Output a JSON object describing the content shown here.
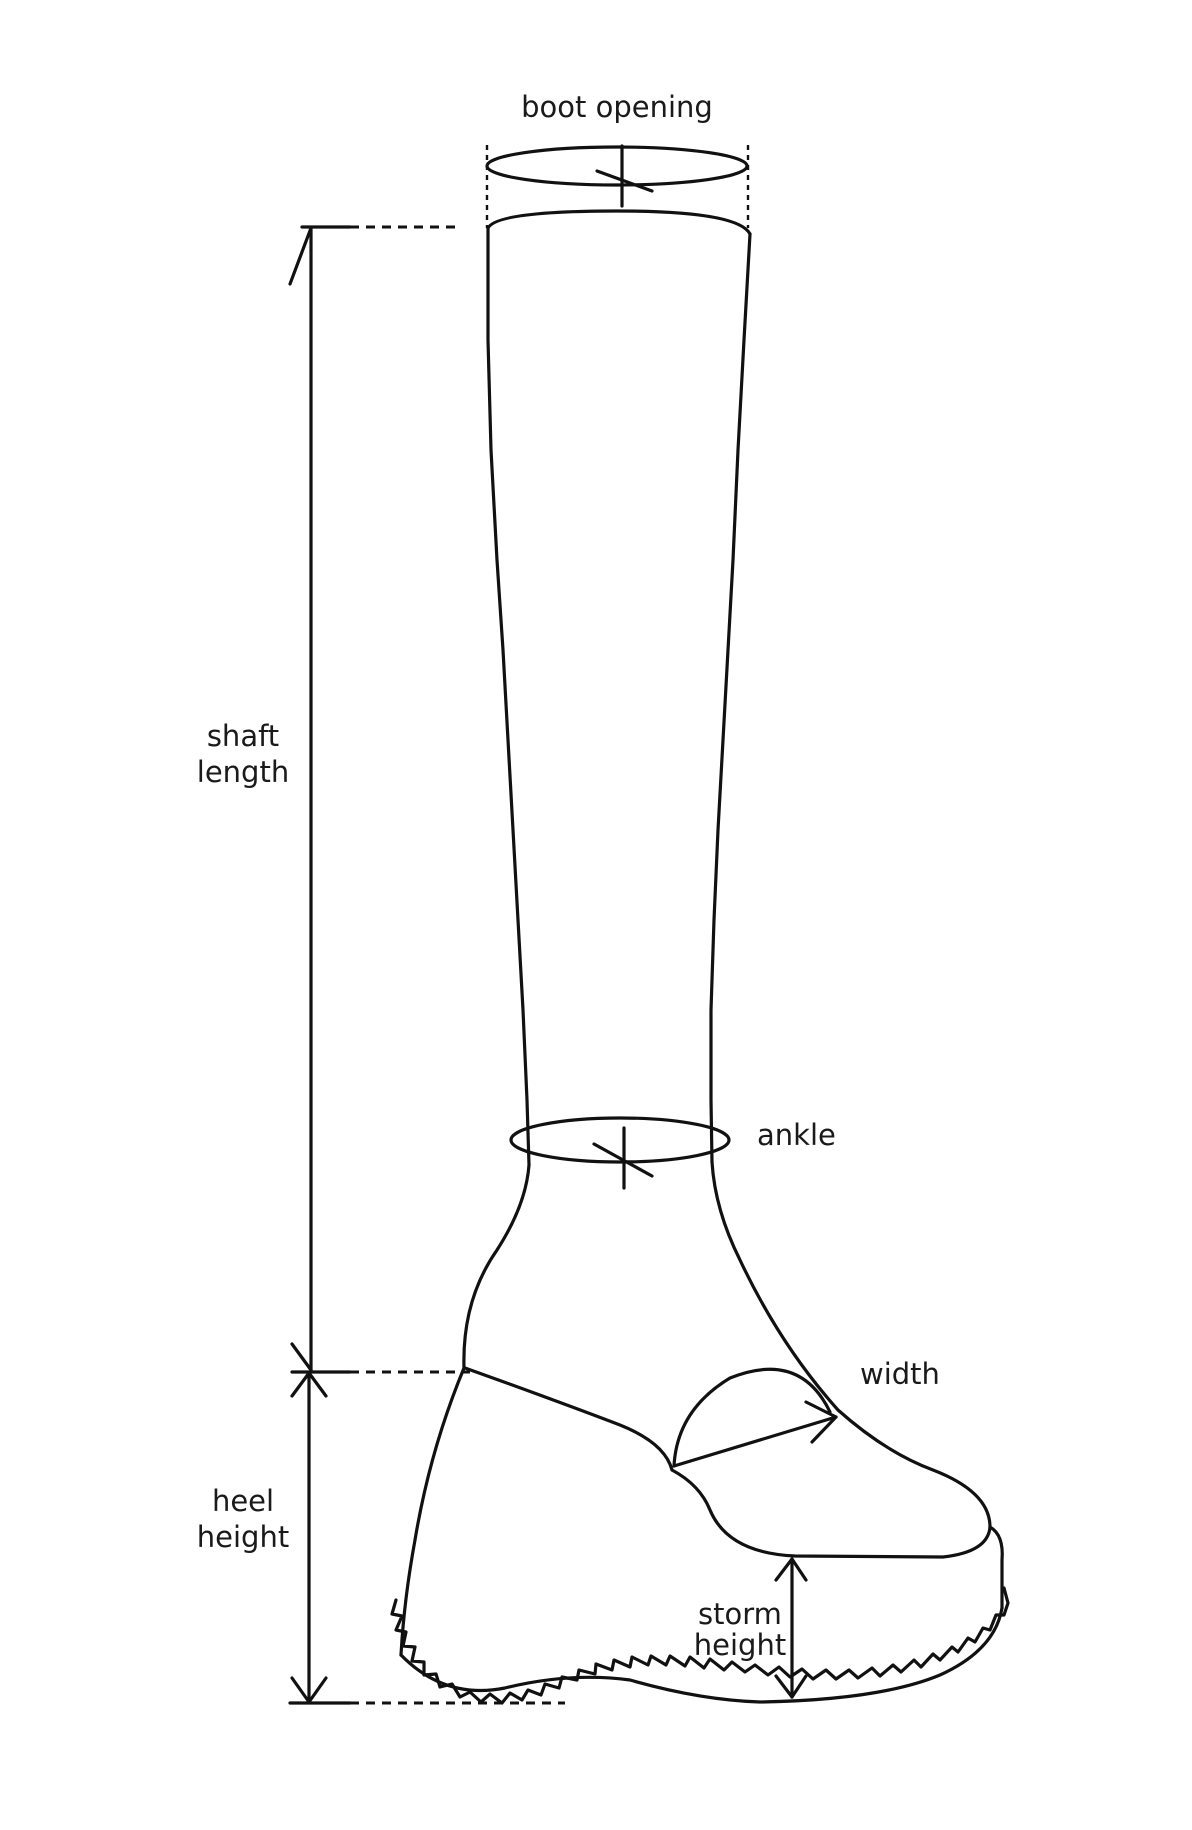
{
  "labels": {
    "boot_opening": "boot opening",
    "shaft_length_line1": "shaft",
    "shaft_length_line2": "length",
    "ankle": "ankle",
    "width": "width",
    "heel_height_line1": "heel",
    "heel_height_line2": "height",
    "storm_height_line1": "storm",
    "storm_height_line2": "height"
  },
  "colors": {
    "line": "#111111",
    "background": "#ffffff"
  }
}
